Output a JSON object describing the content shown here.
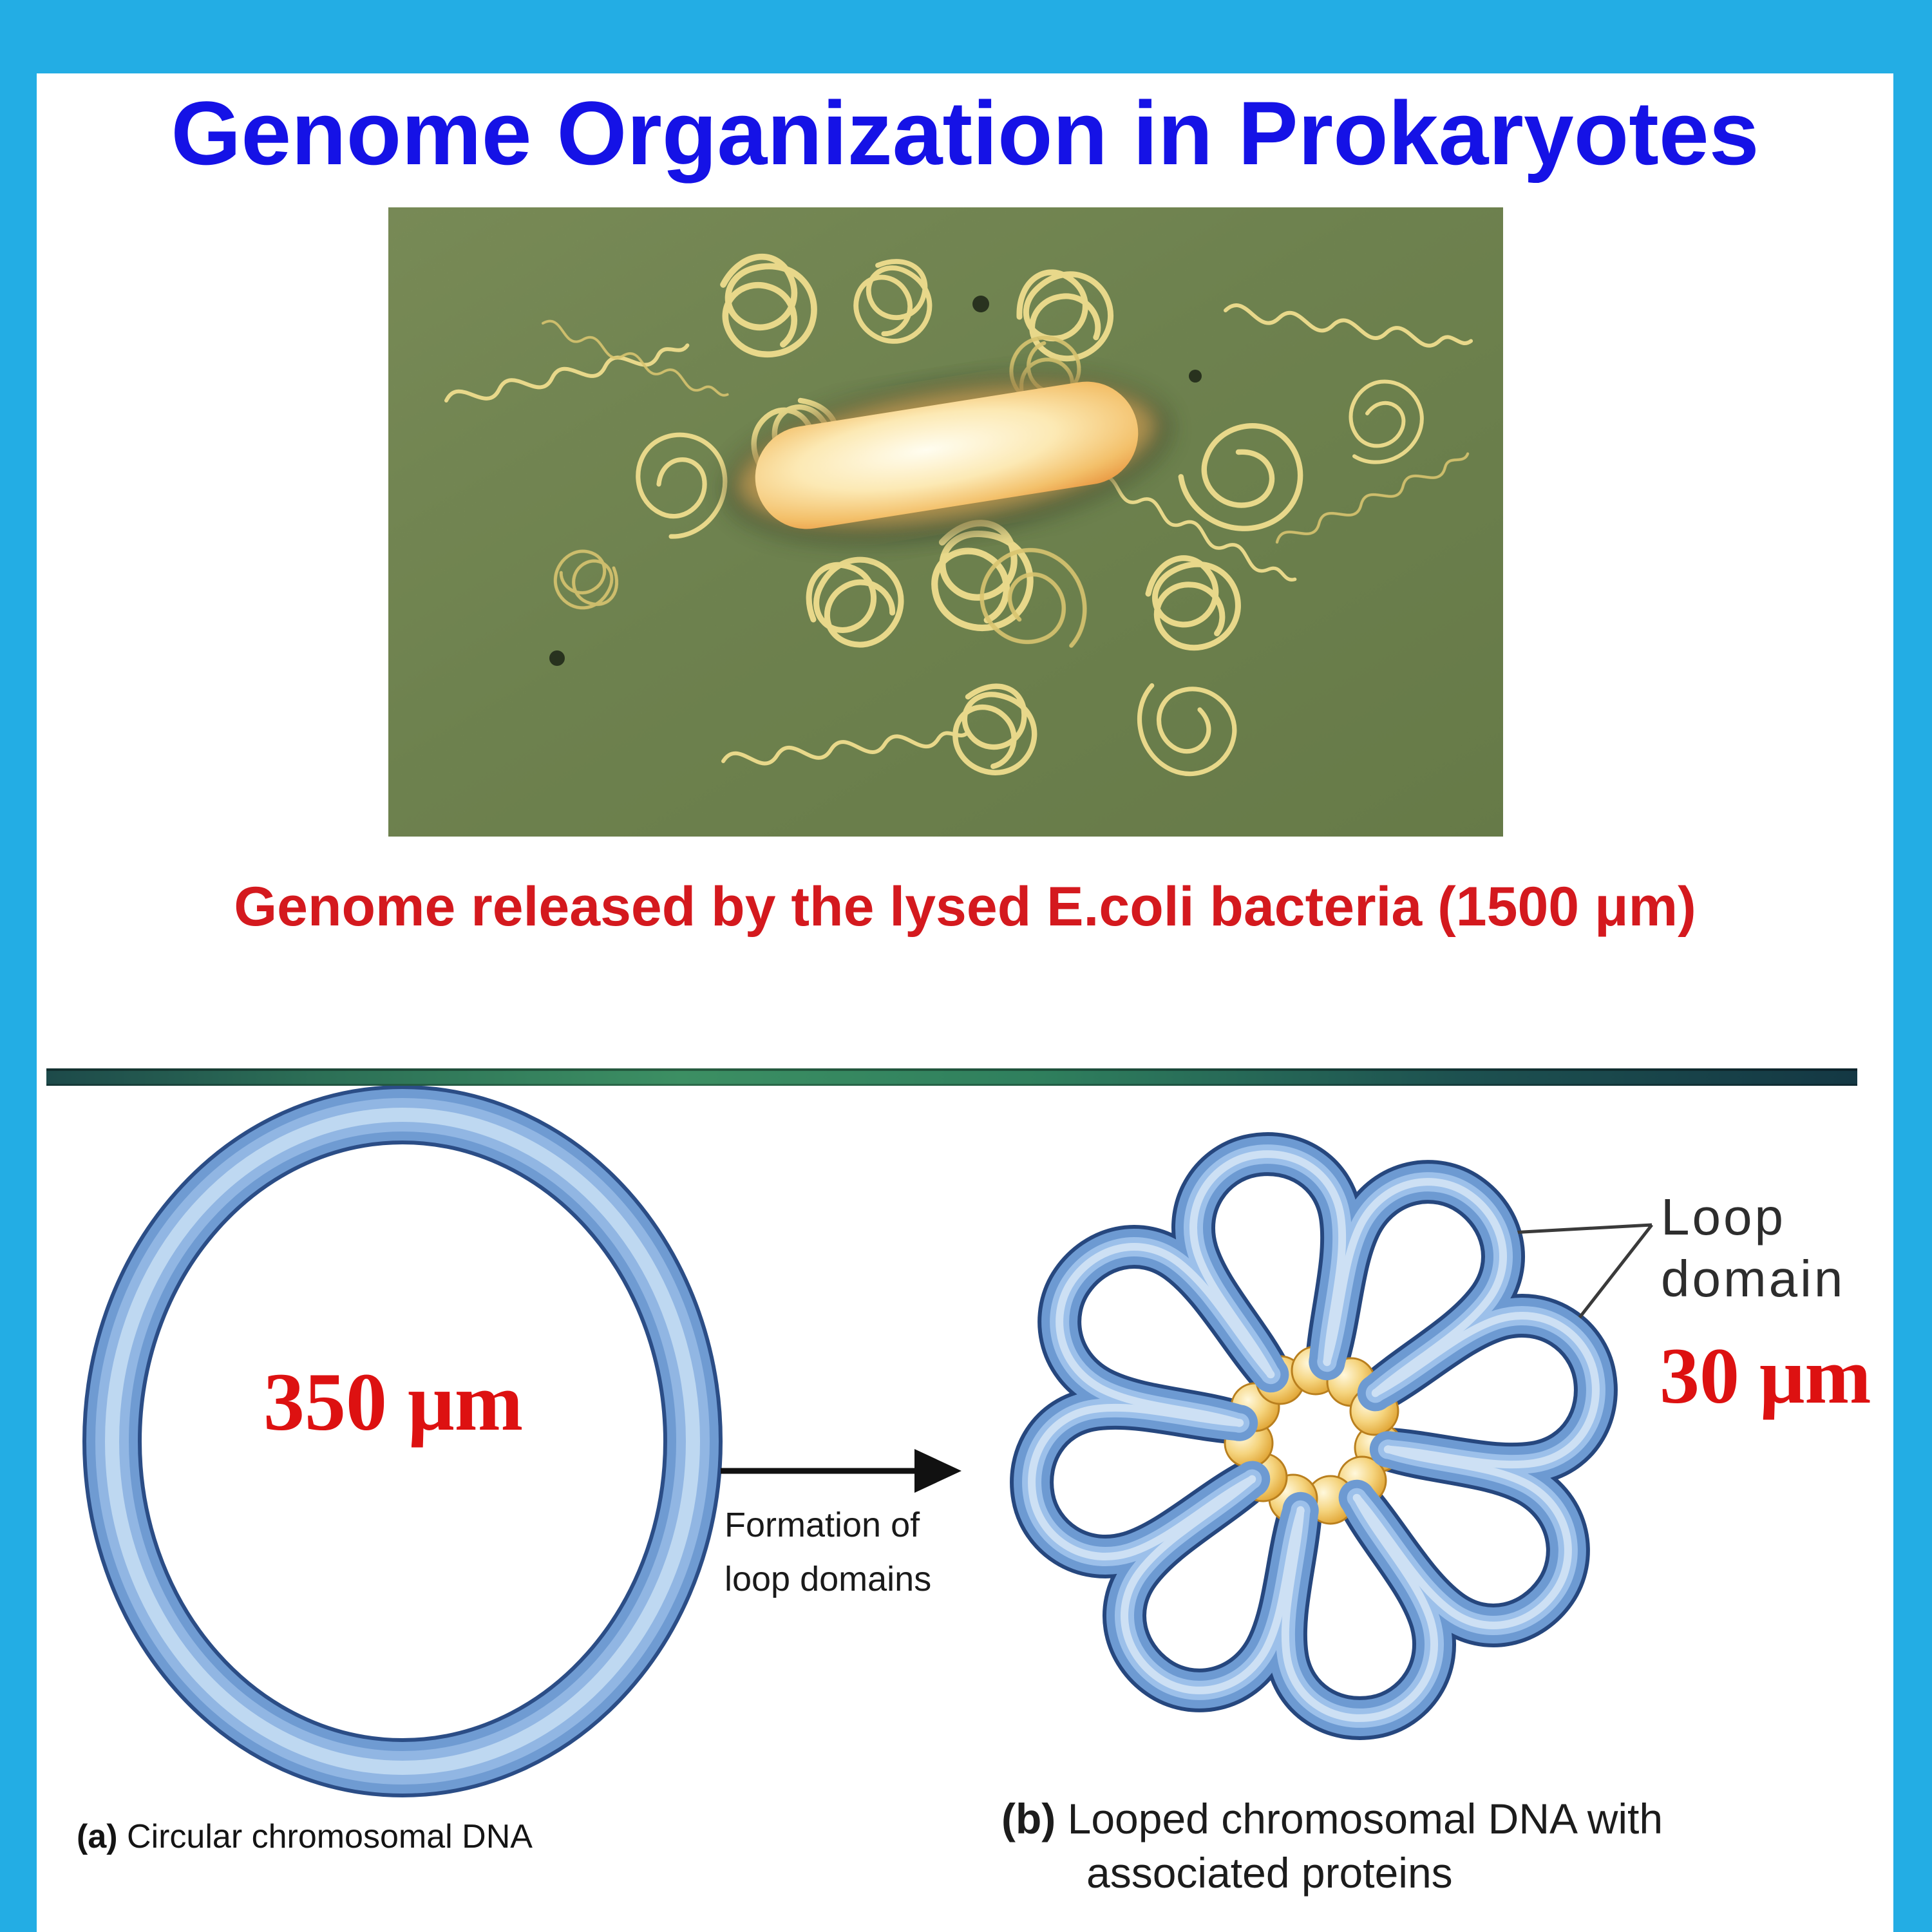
{
  "title": "Genome Organization in Prokaryotes",
  "micrograph": {
    "caption": "Genome released by the lysed E.coli bacteria (1500 μm)",
    "subject": "lysed E.coli cell with released genomic DNA"
  },
  "diagram": {
    "circle_label": "350 μm",
    "loop_label": "30 μm",
    "arrow_label_line1": "Formation of",
    "arrow_label_line2": "loop domains",
    "loop_domain_line1": "Loop",
    "loop_domain_line2": "domain",
    "caption_a_prefix": "(a)",
    "caption_a_text": " Circular chromosomal DNA",
    "caption_b_prefix": "(b)",
    "caption_b_line1": " Looped chromosomal DNA with",
    "caption_b_line2": "associated proteins"
  },
  "colors": {
    "frame_cyan": "#23ADE4",
    "title_blue": "#1512E6",
    "caption_red": "#D4191E",
    "measure_red": "#DD1111",
    "divider_teal": "#2f7f5d",
    "dna_tube_blue": "#6d9ad2",
    "protein_gold": "#e2a83a"
  }
}
